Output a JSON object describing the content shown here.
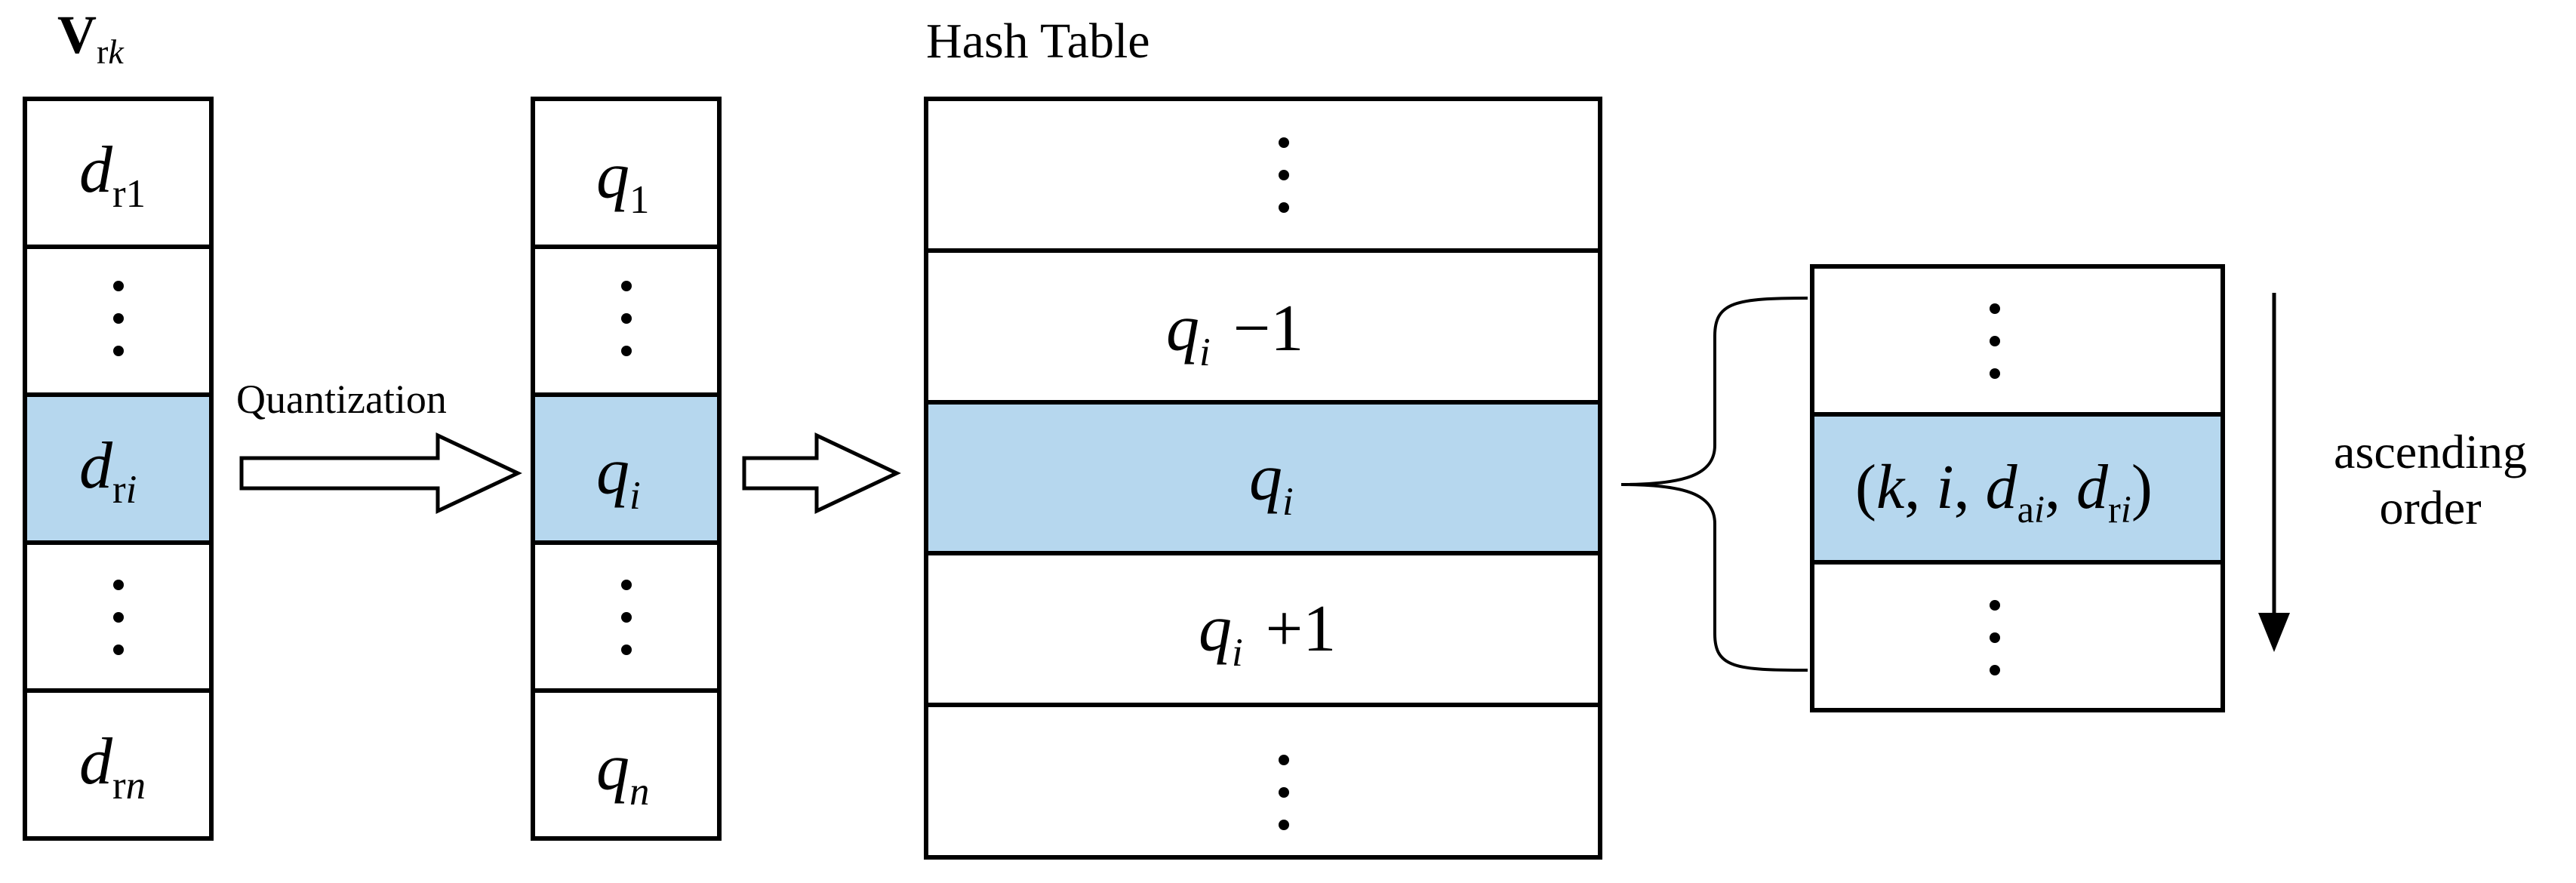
{
  "diagram": {
    "vector_title": {
      "main": "V",
      "sub": "rk"
    },
    "quantization_label": "Quantization",
    "hash_table_title": "Hash Table",
    "ascending_order_label": [
      "ascending",
      "order"
    ],
    "vector_cells": [
      {
        "base": "d",
        "sub": "r1"
      },
      {
        "base": "⋮"
      },
      {
        "base": "d",
        "sub": "ri",
        "highlight": true
      },
      {
        "base": "⋮"
      },
      {
        "base": "d",
        "sub": "rn"
      }
    ],
    "quantized_cells": [
      {
        "base": "q",
        "sub": "1"
      },
      {
        "base": "⋮"
      },
      {
        "base": "q",
        "sub": "i",
        "highlight": true
      },
      {
        "base": "⋮"
      },
      {
        "base": "q",
        "sub": "n"
      }
    ],
    "hash_rows": [
      {
        "base": "⋮"
      },
      {
        "base": "q",
        "sub": "i",
        "suffix": "−1"
      },
      {
        "base": "q",
        "sub": "i",
        "highlight": true
      },
      {
        "base": "q",
        "sub": "i",
        "suffix": "+1"
      },
      {
        "base": "⋮"
      }
    ],
    "bucket_rows": [
      {
        "base": "⋮"
      },
      {
        "tuple": {
          "k": "k",
          "i": "i",
          "d1": "d",
          "d1_sub": "ai",
          "d2": "d",
          "d2_sub": "ri"
        },
        "highlight": true
      },
      {
        "base": "⋮"
      }
    ],
    "colors": {
      "highlight": "#b6d7ee",
      "stroke": "#000000",
      "background": "#ffffff"
    }
  }
}
